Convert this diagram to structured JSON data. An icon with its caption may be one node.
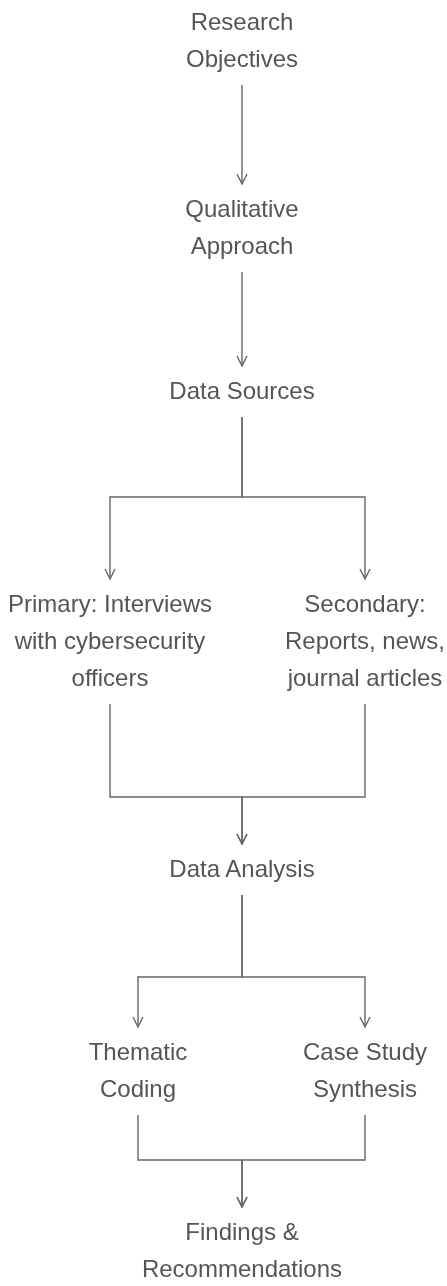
{
  "diagram": {
    "nodes": [
      {
        "text": [
          "Research Objectives"
        ]
      },
      {
        "text": [
          "Qualitative Approach"
        ]
      },
      {
        "text": [
          "Data Sources"
        ]
      },
      {
        "text": [
          "Primary: Interviews with cybersecurity officers"
        ]
      },
      {
        "text": [
          "Secondary: Reports, news, journal articles"
        ]
      },
      {
        "text": [
          "Data Analysis"
        ]
      },
      {
        "text": [
          "Thematic Coding"
        ]
      },
      {
        "text": [
          "Case Study Synthesis"
        ]
      },
      {
        "text": [
          "Findings & Recommendations"
        ]
      }
    ],
    "edges": [
      {
        "from": 0,
        "to": 1,
        "arrow": "to"
      },
      {
        "from": 1,
        "to": 2,
        "arrow": "to"
      },
      {
        "from": 2,
        "to": 3,
        "arrow": "to"
      },
      {
        "from": 2,
        "to": 4,
        "arrow": "to"
      },
      {
        "from": 3,
        "to": 5,
        "arrow": "to"
      },
      {
        "from": 4,
        "to": 5,
        "arrow": "to"
      },
      {
        "from": 5,
        "to": 6,
        "arrow": "to"
      },
      {
        "from": 5,
        "to": 7,
        "arrow": "to"
      },
      {
        "from": 6,
        "to": 8,
        "arrow": "to"
      },
      {
        "from": 7,
        "to": 8,
        "arrow": "to"
      }
    ]
  }
}
